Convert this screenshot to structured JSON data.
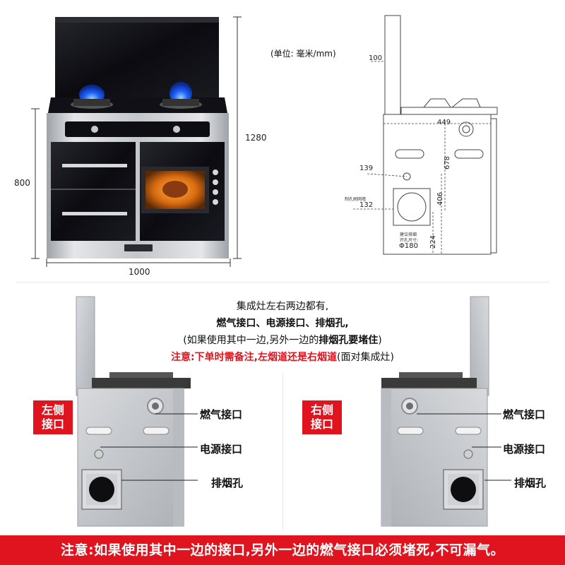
{
  "unit_note": "(单位: 毫米/mm)",
  "dimensions": {
    "total_height": "1280",
    "cabinet_height": "800",
    "width": "1000",
    "backboard_depth": "100",
    "depth": "449",
    "gas_height": "678",
    "power_offset": "139",
    "flue_height": "406",
    "flue_size": "132",
    "flue_bottom": "224"
  },
  "diagram_notes": {
    "flue_tag": "制孔刷网墙",
    "suggest_line1": "建议排烟",
    "suggest_line2": "开孔尺寸:",
    "suggest_size": "Φ180"
  },
  "instructions": {
    "line1": "集成灶左右两边都有,",
    "line2": "燃气接口、电源接口、排烟孔,",
    "line3_pre": "(如果使用其中一边,另外一边的",
    "line3_bold": "排烟孔要堵住",
    "line3_post": ")",
    "line4_red": "注意:下单时需备注,左烟道还是右烟道",
    "line4_post": "(面对集成灶)"
  },
  "left_panel": {
    "tag_line1": "左侧",
    "tag_line2": "接口",
    "gas_label": "燃气接口",
    "power_label": "电源接口",
    "flue_label": "排烟孔"
  },
  "right_panel": {
    "tag_line1": "右侧",
    "tag_line2": "接口",
    "gas_label": "燃气接口",
    "power_label": "电源接口",
    "flue_label": "排烟孔"
  },
  "footer": "注意:如果使用其中一边的接口,另外一边的燃气接口必须堵死,不可漏气。",
  "colors": {
    "accent_red": "#e0141e",
    "stainless": "#c9ccd0",
    "glass_black": "#0d0d12",
    "flame_blue": "#1e63ff"
  }
}
